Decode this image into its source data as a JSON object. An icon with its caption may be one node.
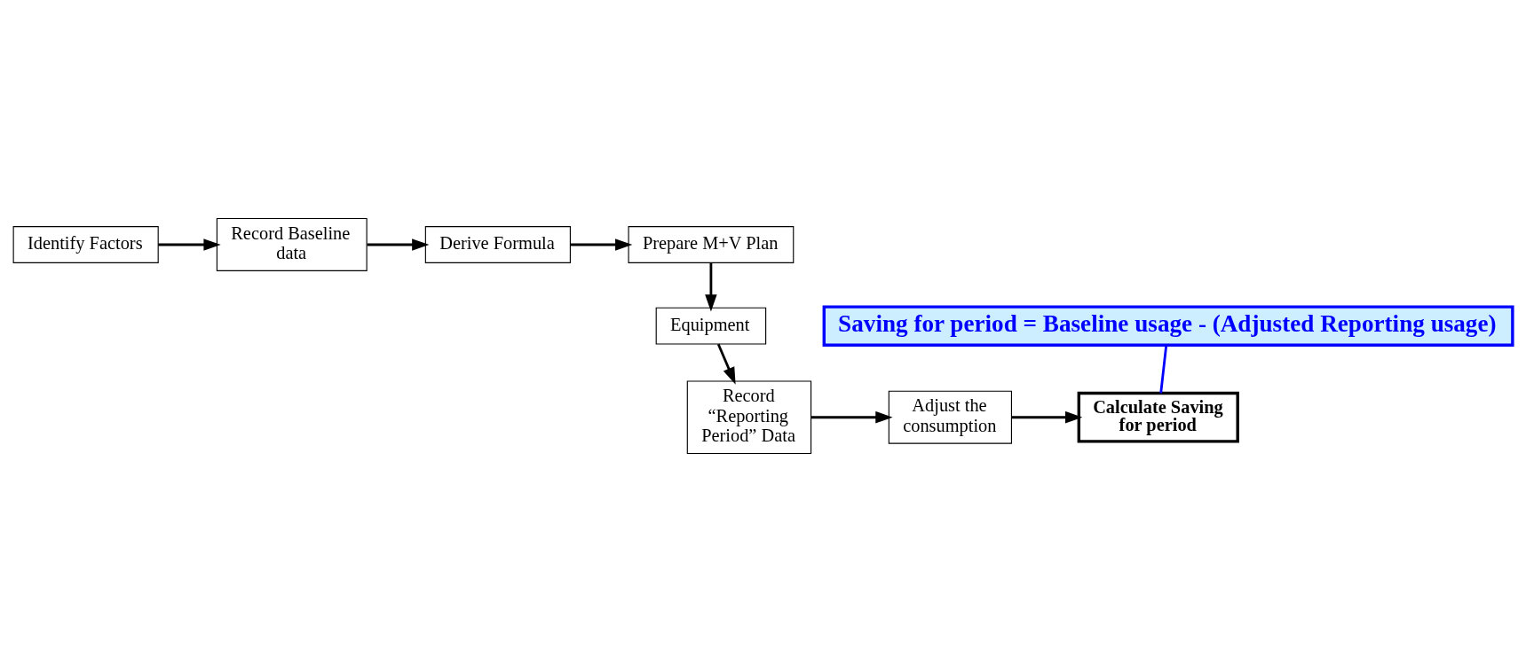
{
  "diagram": {
    "nodes": [
      {
        "text": [
          "Identify Factors"
        ]
      },
      {
        "text": [
          "Record Baseline data"
        ]
      },
      {
        "text": [
          "Derive Formula"
        ]
      },
      {
        "text": [
          "Prepare M+V Plan"
        ]
      },
      {
        "text": [
          "Saving for period = Baseline usage - (Adjusted Reporting usage)"
        ]
      },
      {
        "text": [
          "Equipment"
        ]
      },
      {
        "text": [
          "Record “Reporting Period” Data"
        ]
      },
      {
        "text": [
          "Adjust the consumption"
        ]
      },
      {
        "text": [
          "Calculate Saving for period"
        ]
      }
    ],
    "edges": [
      {
        "from": 0,
        "to": 1,
        "arrow": "to"
      },
      {
        "from": 1,
        "to": 2,
        "arrow": "to"
      },
      {
        "from": 2,
        "to": 3,
        "arrow": "to"
      },
      {
        "from": 3,
        "to": 5,
        "arrow": "to"
      },
      {
        "from": 5,
        "to": 6,
        "arrow": "to"
      },
      {
        "from": 6,
        "to": 7,
        "arrow": "to"
      },
      {
        "from": 7,
        "to": 8,
        "arrow": "to"
      },
      {
        "from": 4,
        "to": 8,
        "arrow": "none",
        "color": "#0000ff"
      }
    ]
  }
}
